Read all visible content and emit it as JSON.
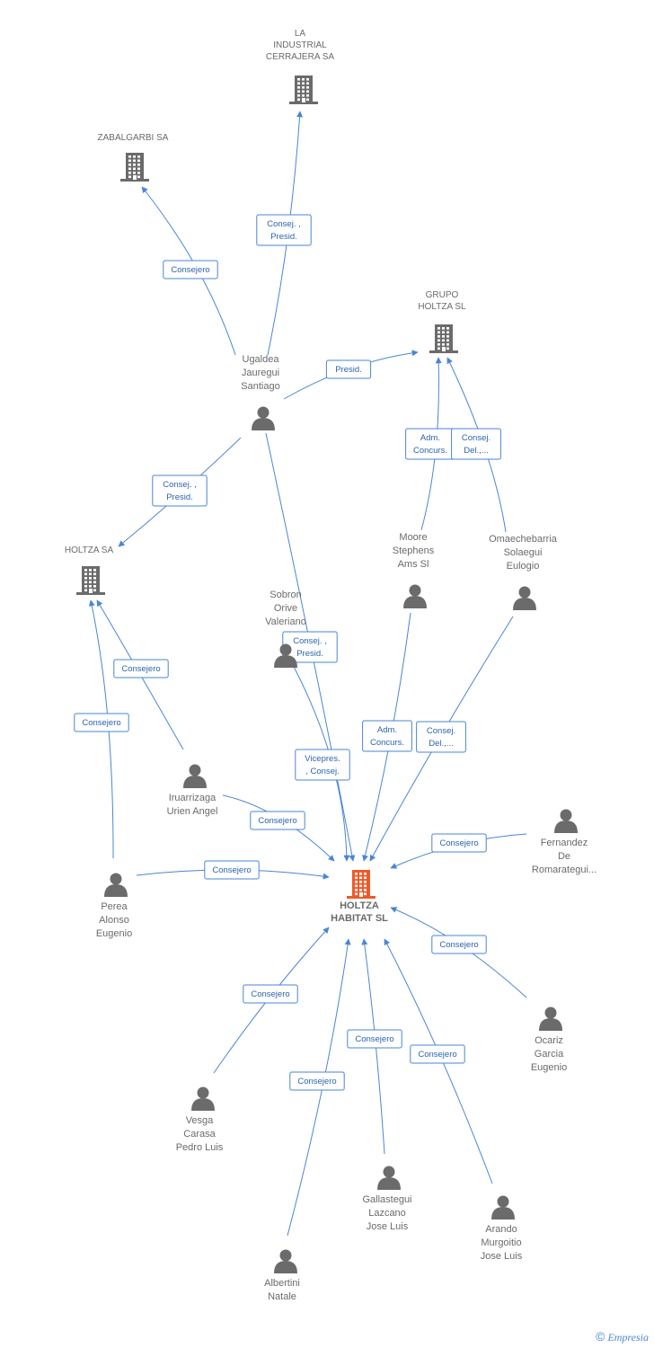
{
  "center_color": "#f05a28",
  "node_color": "#6b6b6b",
  "edge_color": "#4a86d3",
  "nodes": [
    {
      "id": "center",
      "kind": "company",
      "center": true,
      "lines": [
        "HOLTZA",
        "HABITAT SL"
      ]
    },
    {
      "id": "la_industrial",
      "kind": "company",
      "lines": [
        "LA",
        "INDUSTRIAL",
        "CERRAJERA SA"
      ]
    },
    {
      "id": "zabalgarbi",
      "kind": "company",
      "lines": [
        "ZABALGARBI SA"
      ]
    },
    {
      "id": "grupo_holtza",
      "kind": "company",
      "lines": [
        "GRUPO",
        "HOLTZA SL"
      ]
    },
    {
      "id": "holtza_sa",
      "kind": "company",
      "lines": [
        "HOLTZA SA"
      ]
    },
    {
      "id": "ugaldea",
      "kind": "person",
      "lines": [
        "Ugaldea",
        "Jauregui",
        "Santiago"
      ]
    },
    {
      "id": "moore",
      "kind": "person",
      "lines": [
        "Moore",
        "Stephens",
        "Ams Sl"
      ]
    },
    {
      "id": "omaechebarria",
      "kind": "person",
      "lines": [
        "Omaechebarria",
        "Solaegui",
        "Eulogio"
      ]
    },
    {
      "id": "sobron",
      "kind": "person",
      "lines": [
        "Sobron",
        "Orive",
        "Valeriano"
      ]
    },
    {
      "id": "iruarrizaga",
      "kind": "person",
      "lines": [
        "Iruarrizaga",
        "Urien Angel"
      ]
    },
    {
      "id": "perea",
      "kind": "person",
      "lines": [
        "Perea",
        "Alonso",
        "Eugenio"
      ]
    },
    {
      "id": "fernandez",
      "kind": "person",
      "lines": [
        "Fernandez",
        "De",
        "Romarategui..."
      ]
    },
    {
      "id": "ocariz",
      "kind": "person",
      "lines": [
        "Ocariz",
        "Garcia",
        "Eugenio"
      ]
    },
    {
      "id": "vesga",
      "kind": "person",
      "lines": [
        "Vesga",
        "Carasa",
        "Pedro Luis"
      ]
    },
    {
      "id": "gallastegui",
      "kind": "person",
      "lines": [
        "Gallastegui",
        "Lazcano",
        "Jose Luis"
      ]
    },
    {
      "id": "arando",
      "kind": "person",
      "lines": [
        "Arando",
        "Murgoitio",
        "Jose Luis"
      ]
    },
    {
      "id": "albertini",
      "kind": "person",
      "lines": [
        "Albertini",
        "Natale"
      ]
    }
  ],
  "edges": [
    {
      "from": "ugaldea",
      "to": "la_industrial",
      "label": [
        "Consej. ,",
        "Presid."
      ]
    },
    {
      "from": "ugaldea",
      "to": "zabalgarbi",
      "label": [
        "Consejero"
      ]
    },
    {
      "from": "ugaldea",
      "to": "grupo_holtza",
      "label": [
        "Presid."
      ]
    },
    {
      "from": "ugaldea",
      "to": "holtza_sa",
      "label": [
        "Consej. ,",
        "Presid."
      ]
    },
    {
      "from": "ugaldea",
      "to": "center",
      "label": [
        "Consej. ,",
        "Presid."
      ]
    },
    {
      "from": "moore",
      "to": "grupo_holtza",
      "label": [
        "Adm.",
        "Concurs."
      ]
    },
    {
      "from": "omaechebarria",
      "to": "grupo_holtza",
      "label": [
        "Consej.",
        "Del.,..."
      ]
    },
    {
      "from": "moore",
      "to": "center",
      "label": [
        "Adm.",
        "Concurs."
      ]
    },
    {
      "from": "omaechebarria",
      "to": "center",
      "label": [
        "Consej.",
        "Del.,..."
      ]
    },
    {
      "from": "sobron",
      "to": "center",
      "label": [
        "Vicepres.",
        ", Consej."
      ]
    },
    {
      "from": "iruarrizaga",
      "to": "holtza_sa",
      "label": [
        "Consejero"
      ]
    },
    {
      "from": "perea",
      "to": "holtza_sa",
      "label": [
        "Consejero"
      ]
    },
    {
      "from": "iruarrizaga",
      "to": "center",
      "label": [
        "Consejero"
      ]
    },
    {
      "from": "perea",
      "to": "center",
      "label": [
        "Consejero"
      ]
    },
    {
      "from": "fernandez",
      "to": "center",
      "label": [
        "Consejero"
      ]
    },
    {
      "from": "ocariz",
      "to": "center",
      "label": [
        "Consejero"
      ]
    },
    {
      "from": "vesga",
      "to": "center",
      "label": [
        "Consejero"
      ]
    },
    {
      "from": "gallastegui",
      "to": "center",
      "label": [
        "Consejero"
      ]
    },
    {
      "from": "arando",
      "to": "center",
      "label": [
        "Consejero"
      ]
    },
    {
      "from": "albertini",
      "to": "center",
      "label": [
        "Consejero"
      ]
    }
  ],
  "footer": {
    "copyright": "©",
    "brand": "Empresia"
  }
}
